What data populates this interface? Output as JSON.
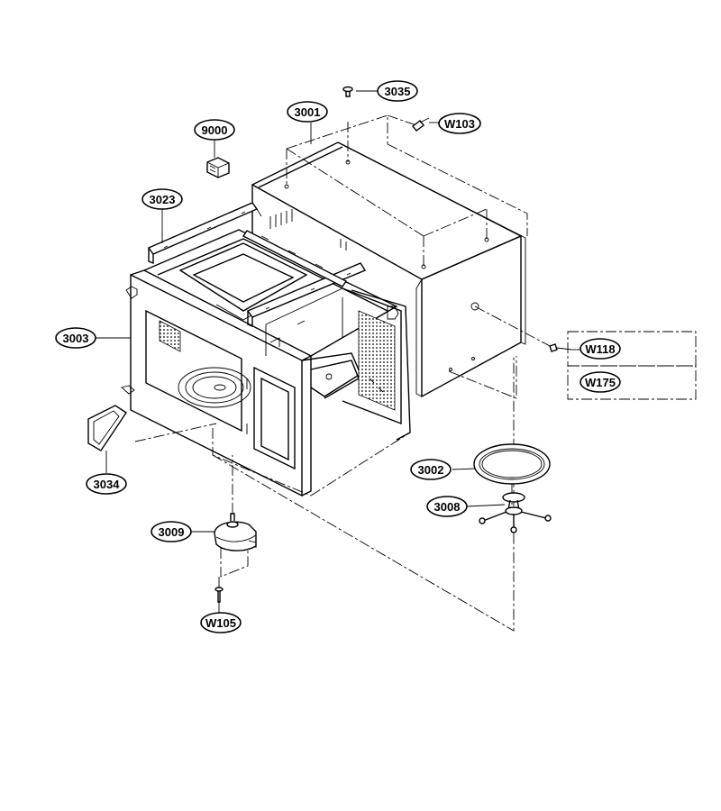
{
  "diagram": {
    "type": "exploded-parts-view",
    "labels": {
      "p3035": "3035",
      "w103": "W103",
      "p3001": "3001",
      "p9000": "9000",
      "p3023": "3023",
      "p3003": "3003",
      "w118": "W118",
      "w175": "W175",
      "p3002": "3002",
      "p3008": "3008",
      "p3034": "3034",
      "p3009": "3009",
      "w105": "W105"
    }
  }
}
